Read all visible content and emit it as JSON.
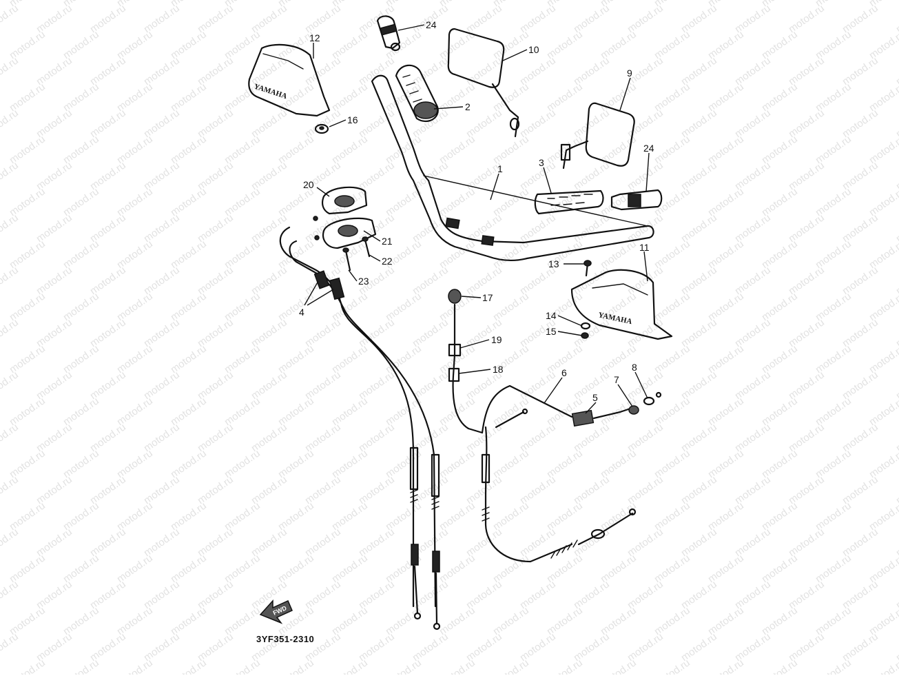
{
  "watermark": "motod.ru",
  "diagram_code": "3YF351-2310",
  "forward_label": "FWD",
  "brand_text": "YAMAHA",
  "callouts": [
    "24",
    "12",
    "10",
    "2",
    "9",
    "16",
    "24",
    "3",
    "1",
    "20",
    "21",
    "22",
    "23",
    "11",
    "13",
    "4",
    "17",
    "14",
    "15",
    "19",
    "18",
    "6",
    "5",
    "7",
    "8"
  ]
}
